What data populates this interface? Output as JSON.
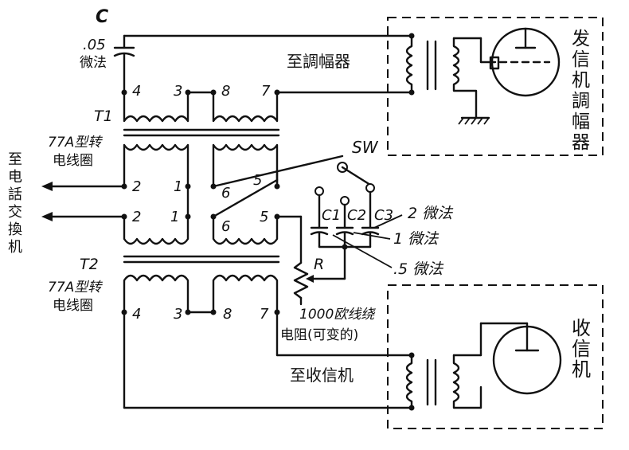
{
  "capacitor_top": {
    "name": "C",
    "value": ".05",
    "unit": "微法"
  },
  "labels": {
    "to_modulator": "至調幅器",
    "to_receiver": "至收信机",
    "to_exchange": [
      "至",
      "电",
      "話",
      "交",
      "換",
      "机"
    ],
    "transmitter_modulator": [
      "发",
      "信",
      "机",
      "調",
      "幅",
      "器"
    ],
    "receiver": [
      "收",
      "信",
      "机"
    ],
    "switch": "SW"
  },
  "t1": {
    "name": "T1",
    "type": "77A型转",
    "type2": "电线圈",
    "terminals": [
      "4",
      "3",
      "8",
      "7",
      "2",
      "1",
      "6",
      "5"
    ]
  },
  "t2": {
    "name": "T2",
    "type": "77A型转",
    "type2": "电线圈",
    "terminals": [
      "2",
      "1",
      "6",
      "5",
      "4",
      "3",
      "8",
      "7"
    ]
  },
  "capacitors": {
    "c1": "C1",
    "c2": "C2",
    "c3": "C3",
    "v2": "2 微法",
    "v1": "1 微法",
    "v5": ".5 微法"
  },
  "resistor": {
    "name": "R",
    "desc1": "1000欧线绕",
    "desc2": "电阻(可变的)"
  }
}
